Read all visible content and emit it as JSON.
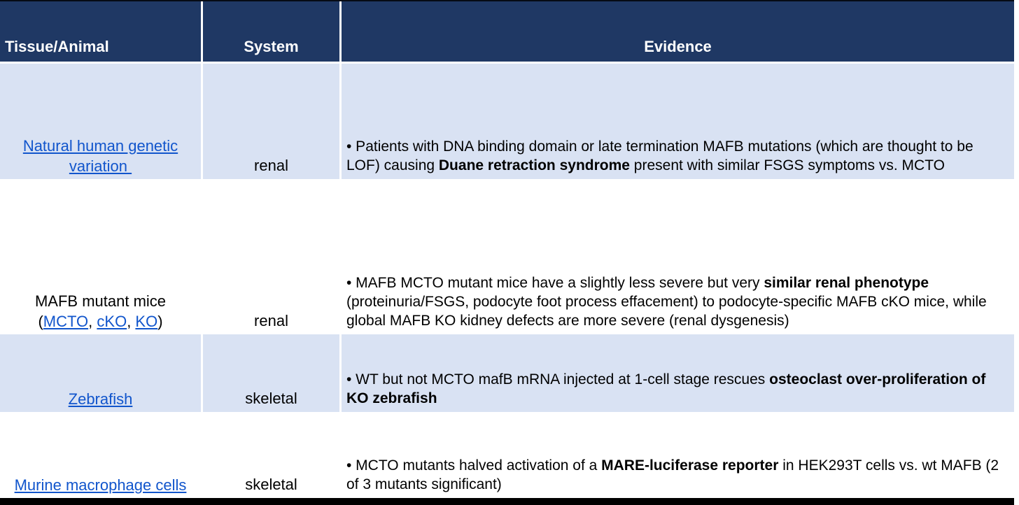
{
  "header": {
    "tissue": "Tissue/Animal",
    "system": "System",
    "evidence": "Evidence"
  },
  "colors": {
    "header_bg": "#1F3864",
    "header_text": "#FFFFFF",
    "row_shade": "#D9E2F3",
    "link": "#1155CC",
    "body_text": "#000000",
    "bottom_bar": "#000000"
  },
  "rows": [
    {
      "shaded": true,
      "tissue": [
        [
          {
            "text": "Natural human genetic variation ",
            "link": true
          }
        ]
      ],
      "system": "renal",
      "evidence": [
        {
          "text": "• Patients with DNA binding domain or late termination MAFB mutations (which are thought to be LOF) causing "
        },
        {
          "text": "Duane retraction syndrome",
          "bold": true
        },
        {
          "text": " present with similar FSGS symptoms vs. MCTO"
        }
      ]
    },
    {
      "shaded": false,
      "tissue": [
        [
          {
            "text": "MAFB mutant mice"
          }
        ],
        [
          {
            "text": "("
          },
          {
            "text": "MCTO",
            "link": true
          },
          {
            "text": ", "
          },
          {
            "text": "cKO",
            "link": true
          },
          {
            "text": ", "
          },
          {
            "text": "KO",
            "link": true
          },
          {
            "text": ")"
          }
        ]
      ],
      "system": "renal",
      "evidence": [
        {
          "text": "• MAFB MCTO mutant mice have a slightly less severe but very "
        },
        {
          "text": "similar renal phenotype",
          "bold": true
        },
        {
          "text": " (proteinuria/FSGS, podocyte foot process effacement) to podocyte-specific MAFB cKO mice, while global MAFB KO kidney defects are more severe (renal dysgenesis)"
        }
      ]
    },
    {
      "shaded": true,
      "tissue": [
        [
          {
            "text": "Zebrafish",
            "link": true
          }
        ]
      ],
      "system": "skeletal",
      "evidence": [
        {
          "text": "• WT but not MCTO mafB mRNA injected at 1-cell stage rescues "
        },
        {
          "text": "osteoclast over-proliferation of KO zebrafish",
          "bold": true
        }
      ]
    },
    {
      "shaded": false,
      "tissue": [
        [
          {
            "text": "Murine macrophage cells",
            "link": true
          }
        ]
      ],
      "system": "skeletal",
      "evidence": [
        {
          "text": "• MCTO mutants halved activation of a "
        },
        {
          "text": "MARE-luciferase reporter",
          "bold": true
        },
        {
          "text": " in HEK293T cells vs. wt MAFB (2 of 3 mutants significant)"
        }
      ]
    }
  ]
}
